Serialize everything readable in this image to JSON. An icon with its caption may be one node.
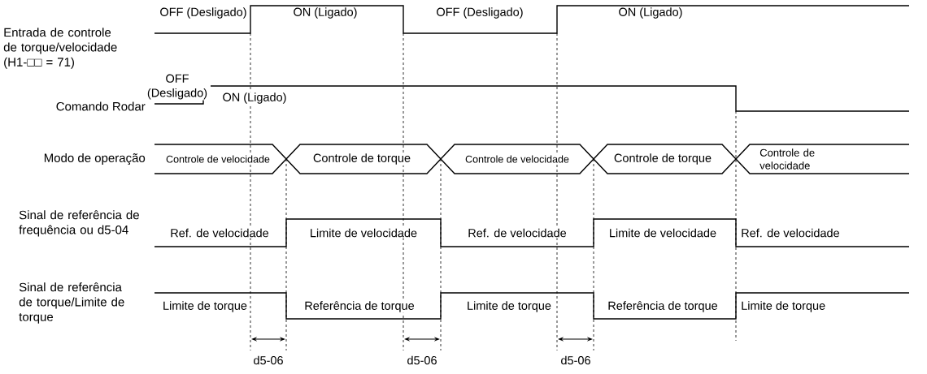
{
  "diagram": {
    "labels": [
      "OFF (Desligado)",
      "ON (Ligado)",
      "OFF (Desligado)",
      "ON (Ligado)",
      "Entrada de controle de torque/velocidade (H1-□□ = 71)",
      "OFF (Desligado)",
      "ON (Ligado)",
      "Comando Rodar",
      "Modo de operação",
      "Controle de velocidade",
      "Controle de torque",
      "Controle de velocidade",
      "Controle de torque",
      "Controle de velocidade",
      "Sinal de referência de frequência ou d5-04",
      "Ref. de velocidade",
      "Limite de velocidade",
      "Ref. de velocidade",
      "Limite de velocidade",
      "Ref. de velocidade",
      "Sinal de referência de torque/Limite de torque",
      "Limite de torque",
      "Referência de torque",
      "Limite de torque",
      "Referência de torque",
      "Limite de torque",
      "d5-06",
      "d5-06",
      "d5-06"
    ]
  }
}
